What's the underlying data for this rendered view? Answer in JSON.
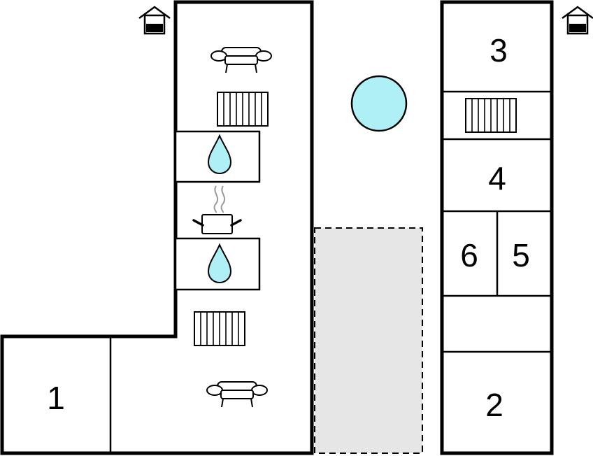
{
  "rooms": [
    {
      "id": "bedroom-1",
      "label": "1"
    },
    {
      "id": "bedroom-2",
      "label": "2"
    },
    {
      "id": "bedroom-3",
      "label": "3"
    },
    {
      "id": "bedroom-4",
      "label": "4"
    },
    {
      "id": "bedroom-5",
      "label": "5"
    },
    {
      "id": "bedroom-6",
      "label": "6"
    }
  ],
  "colors": {
    "wall": "#000000",
    "water": "#aef0f6",
    "pool": "#aef0f6",
    "terrace": "#e6e6e6",
    "steam": "#9a9a9a",
    "background": "#ffffff"
  },
  "icons": [
    "entrance-icon",
    "sofa-icon",
    "radiator-icon",
    "water-drop-icon",
    "cooking-pot-icon"
  ]
}
